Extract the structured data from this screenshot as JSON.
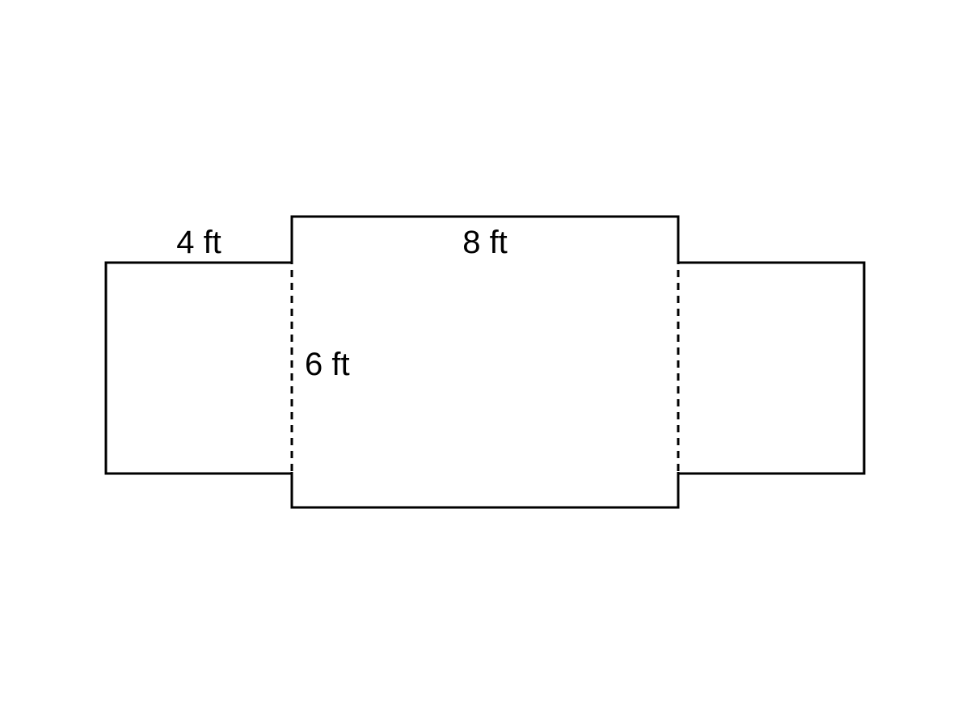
{
  "labels": {
    "side_width": "4 ft",
    "center_width": "8 ft",
    "height": "6 ft"
  },
  "colors": {
    "stroke": "#000000",
    "background": "#ffffff",
    "text": "#000000"
  }
}
